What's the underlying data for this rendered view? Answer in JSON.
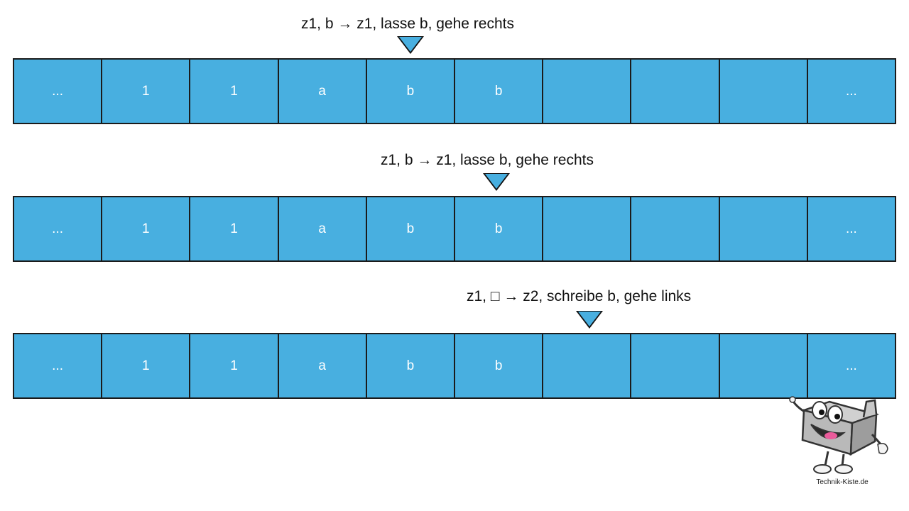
{
  "colors": {
    "cell_fill": "#48afe0",
    "cell_border": "#1b1b1b",
    "cell_text": "#ffffff",
    "caption_text": "#111111"
  },
  "steps": [
    {
      "caption": "z1, b → z1, lasse b, gehe rechts",
      "head_cell": 4,
      "cells": [
        "...",
        "1",
        "1",
        "a",
        "b",
        "b",
        "",
        "",
        "",
        "..."
      ]
    },
    {
      "caption": "z1, b → z1, lasse b, gehe rechts",
      "head_cell": 5,
      "cells": [
        "...",
        "1",
        "1",
        "a",
        "b",
        "b",
        "",
        "",
        "",
        "..."
      ]
    },
    {
      "caption": "z1, □ → z2, schreibe b, gehe links",
      "head_cell": 6,
      "cells": [
        "...",
        "1",
        "1",
        "a",
        "b",
        "b",
        "",
        "",
        "",
        "..."
      ]
    }
  ],
  "logo": {
    "text": "Technik-Kiste.de",
    "icon": "toolbox-mascot-icon"
  }
}
